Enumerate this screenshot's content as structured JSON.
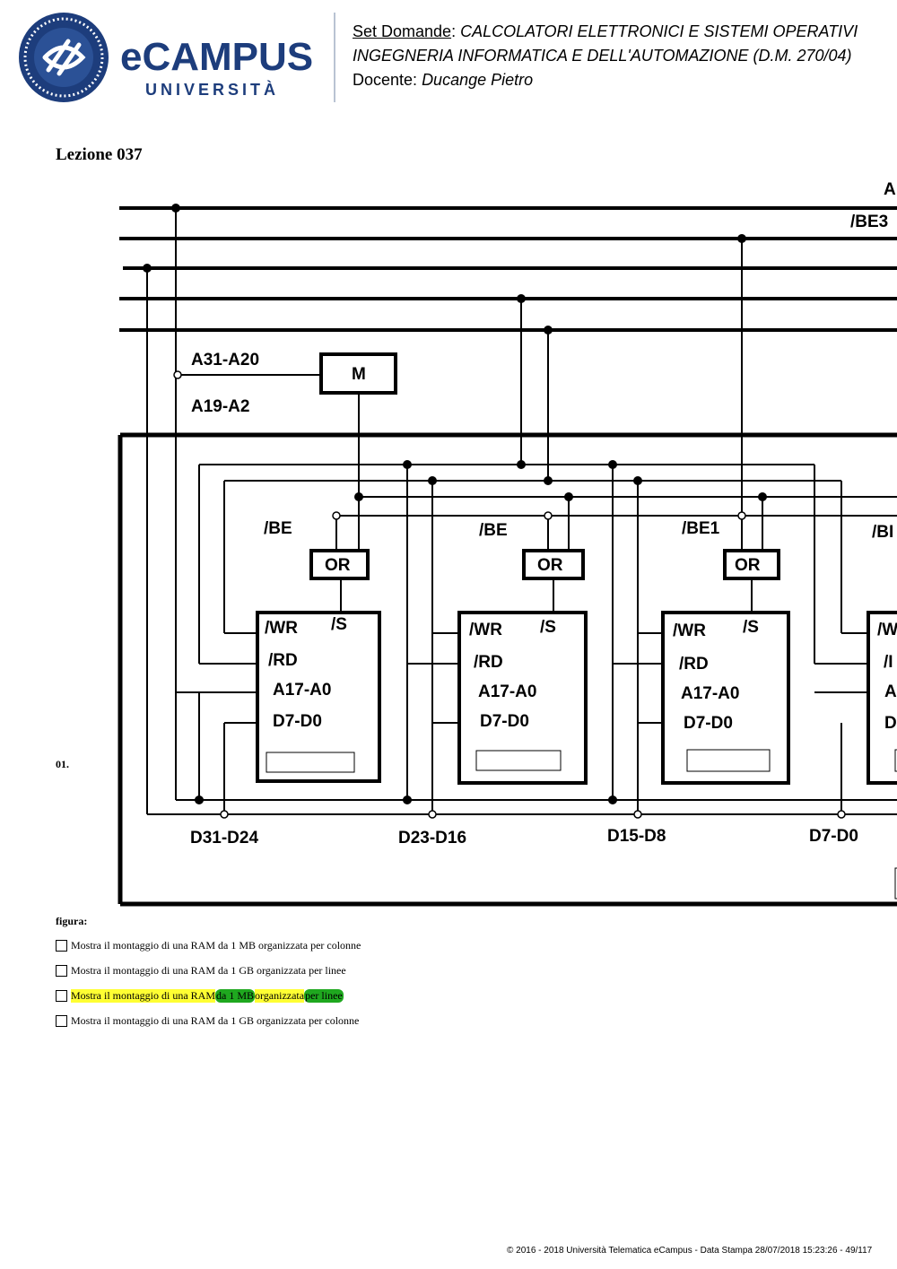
{
  "header": {
    "set_label": "Set Domande",
    "colon": ":",
    "course_title": "CALCOLATORI ELETTRONICI E SISTEMI OPERATIVI",
    "degree": "INGEGNERIA INFORMATICA E DELL'AUTOMAZIONE (D.M. 270/04)",
    "teacher_label": "Docente:",
    "teacher_name": "Ducange Pietro"
  },
  "logo": {
    "text_main": "eCAMPUS",
    "text_sub": "UNIVERSITÀ",
    "brand_color": "#1d3d7c",
    "ring_color": "#27457f"
  },
  "lesson": "Lezione 037",
  "question": {
    "number": "01.",
    "figure_label": "figura:",
    "options": [
      "Mostra il montaggio di una RAM da 1 MB organizzata per colonne",
      "Mostra il montaggio di una RAM da 1 GB organizzata per linee",
      "Mostra il montaggio di una RAM da 1 MB organizzata per linee",
      "Mostra il montaggio di una RAM da 1 GB organizzata per colonne"
    ],
    "highlighted_option": {
      "p1": "Mostra il montaggio di una RAM ",
      "p2": "da 1 MB",
      "p3": " organizzata ",
      "p4": "per linee"
    }
  },
  "diagram": {
    "top_labels": [
      "A",
      "/BE3"
    ],
    "addr_high": "A31-A20",
    "addr_low": "A19-A2",
    "block_m": "M",
    "be_labels": [
      "/BE",
      "/BE",
      "/BE1",
      "/BI"
    ],
    "or_label": "OR",
    "chip_pins": [
      "/WR",
      "/S",
      "/RD",
      "A17-A0",
      "D7-D0"
    ],
    "partial_pins": [
      "/W",
      "/I",
      "A",
      "D"
    ],
    "data_labels": [
      "D31-D24",
      "D23-D16",
      "D15-D8",
      "D7-D0"
    ]
  },
  "footer": "© 2016 - 2018 Università Telematica eCampus - Data Stampa 28/07/2018 15:23:26 - 49/117"
}
